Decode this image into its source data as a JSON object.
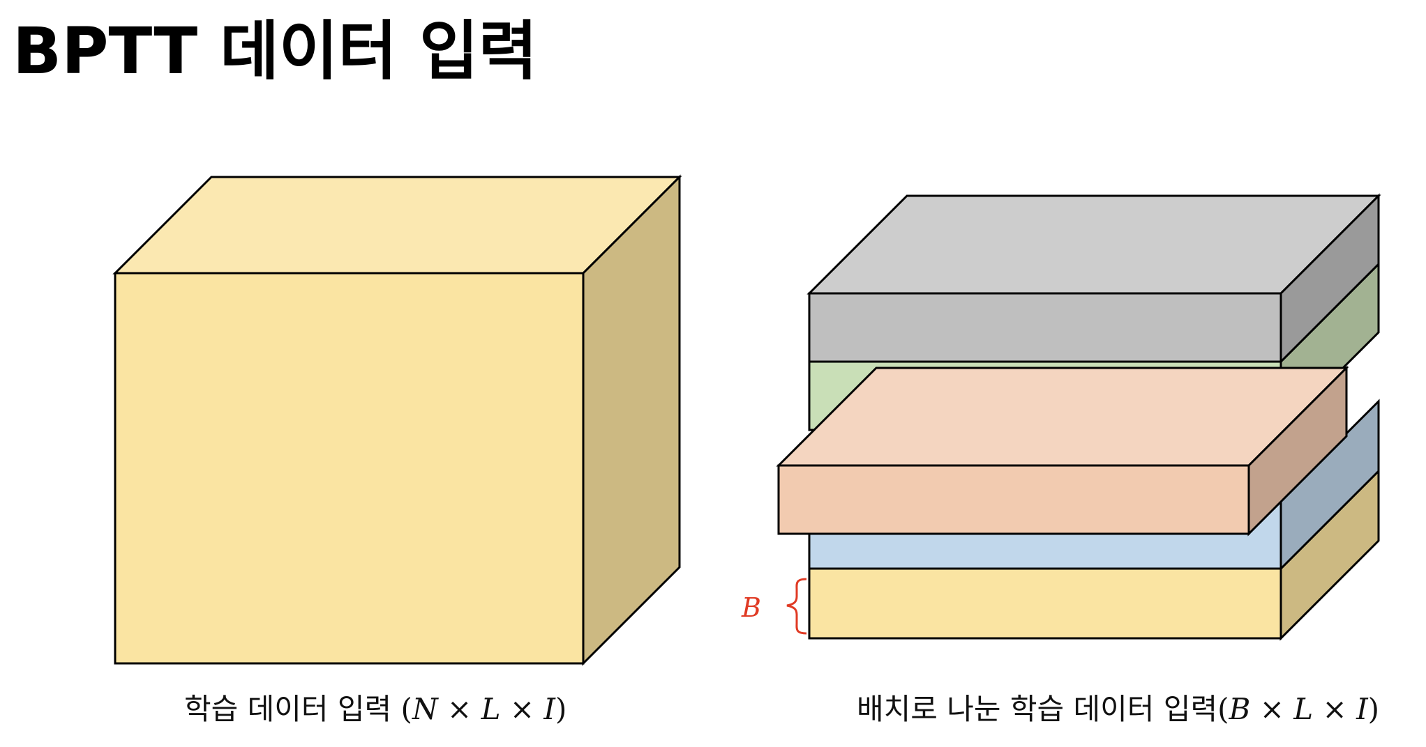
{
  "title": "BPTT 데이터 입력",
  "left_caption": {
    "text": "학습 데이터 입력 ",
    "open": "(",
    "N": "N",
    "times1": " × ",
    "L": "L",
    "times2": " × ",
    "I": "I",
    "close": ")"
  },
  "right_caption": {
    "text": "배치로 나눈 학습 데이터 입력",
    "open": "(",
    "B": "B",
    "times1": " × ",
    "L": "L",
    "times2": " × ",
    "I": "I",
    "close": ")"
  },
  "batch_label": "B",
  "colors": {
    "cube_front": "#fae4a2",
    "cube_top": "#fbe8b1",
    "cube_side": "#ccb982",
    "gray_front": "#bfbfbf",
    "gray_top": "#cdcdcd",
    "gray_side": "#9a9a9a",
    "green_front": "#c9dfb7",
    "green_side": "#a2b292",
    "peach_front": "#f2cbb0",
    "peach_top": "#f4d5c0",
    "peach_side": "#c2a28d",
    "blue_front": "#c1d7eb",
    "blue_side": "#9aacbc",
    "yellow_front": "#fae4a2",
    "yellow_side": "#ccb982",
    "brace": "#e03a24"
  }
}
